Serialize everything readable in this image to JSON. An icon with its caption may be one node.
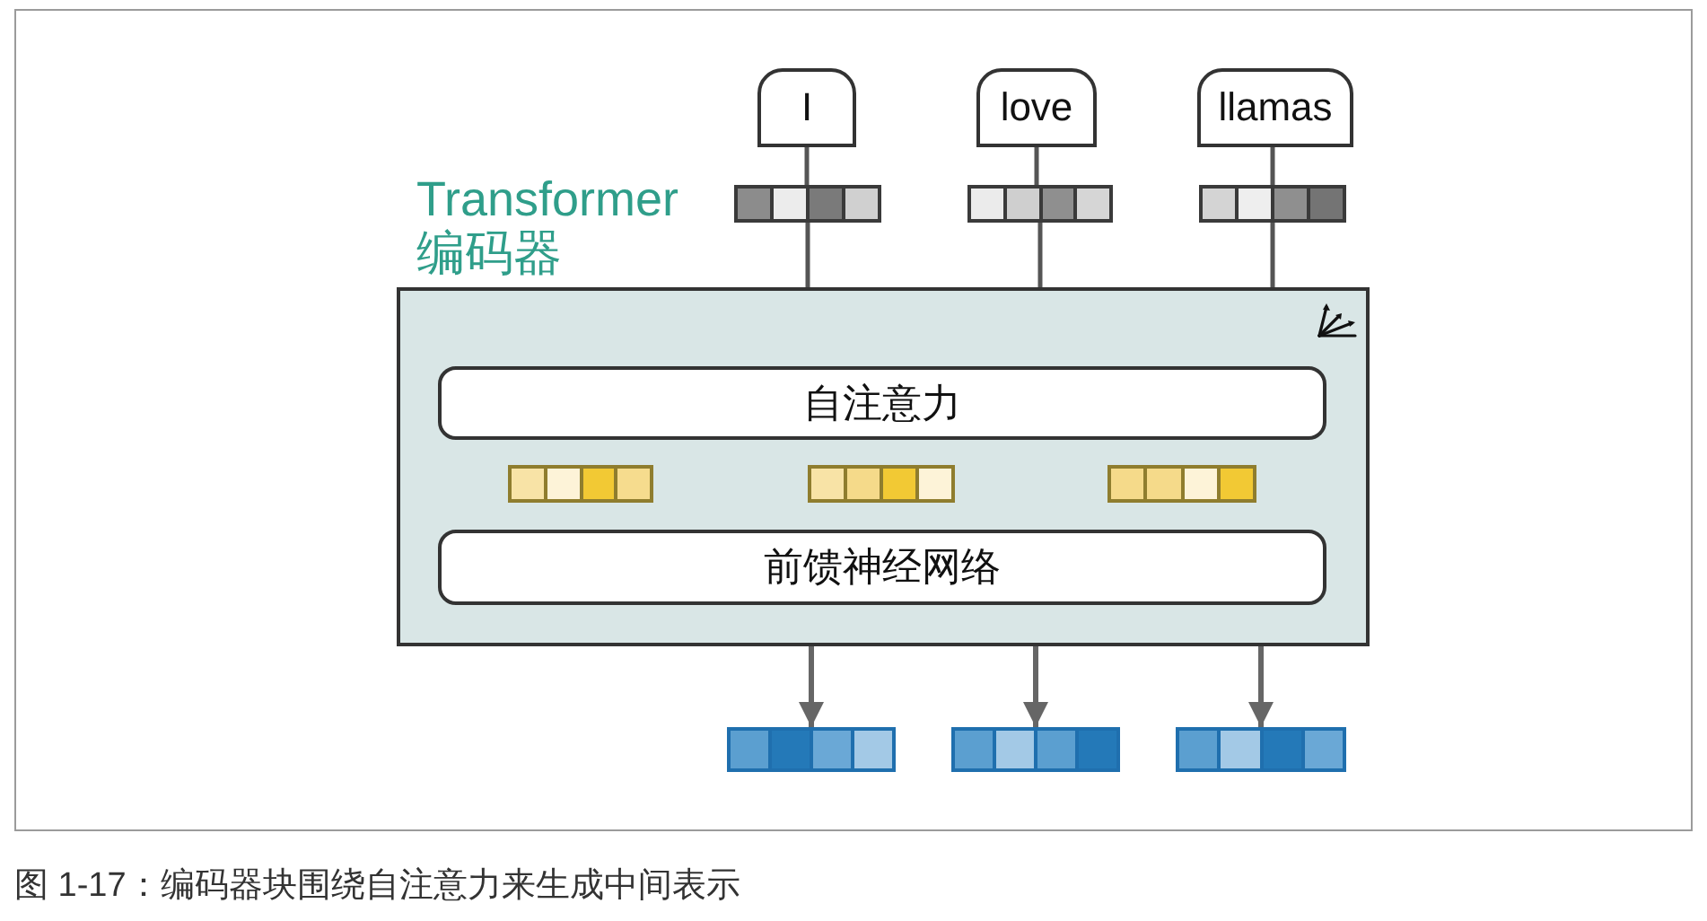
{
  "diagram": {
    "caption": "图 1-17：编码器块围绕自注意力来生成中间表示",
    "nodes": [
      {
        "text": [
          "I"
        ]
      },
      {
        "text": [
          "love"
        ]
      },
      {
        "text": [
          "llamas"
        ]
      },
      {
        "text": [],
        "shape": "bar"
      },
      {
        "text": [],
        "shape": "bar"
      },
      {
        "text": [],
        "shape": "bar"
      },
      {
        "text": [
          "Transformer 编码器"
        ]
      },
      {
        "text": [
          "自注意力"
        ],
        "in": 6
      },
      {
        "text": [],
        "shape": "bar",
        "in": 6
      },
      {
        "text": [],
        "shape": "bar",
        "in": 6
      },
      {
        "text": [],
        "shape": "bar",
        "in": 6
      },
      {
        "text": [
          "前馈神经网络"
        ],
        "in": 6
      },
      {
        "text": [],
        "shape": "bar"
      },
      {
        "text": [],
        "shape": "bar"
      },
      {
        "text": [],
        "shape": "bar"
      }
    ],
    "edges": [
      {
        "from": 0,
        "to": 3,
        "arrow": "none"
      },
      {
        "from": 3,
        "to": 6,
        "arrow": "none"
      },
      {
        "from": 1,
        "to": 4,
        "arrow": "none"
      },
      {
        "from": 4,
        "to": 6,
        "arrow": "none"
      },
      {
        "from": 2,
        "to": 5,
        "arrow": "none"
      },
      {
        "from": 5,
        "to": 6,
        "arrow": "none"
      },
      {
        "from": 6,
        "to": 12,
        "arrow": "to"
      },
      {
        "from": 6,
        "to": 13,
        "arrow": "to"
      },
      {
        "from": 6,
        "to": 14,
        "arrow": "to"
      }
    ]
  }
}
